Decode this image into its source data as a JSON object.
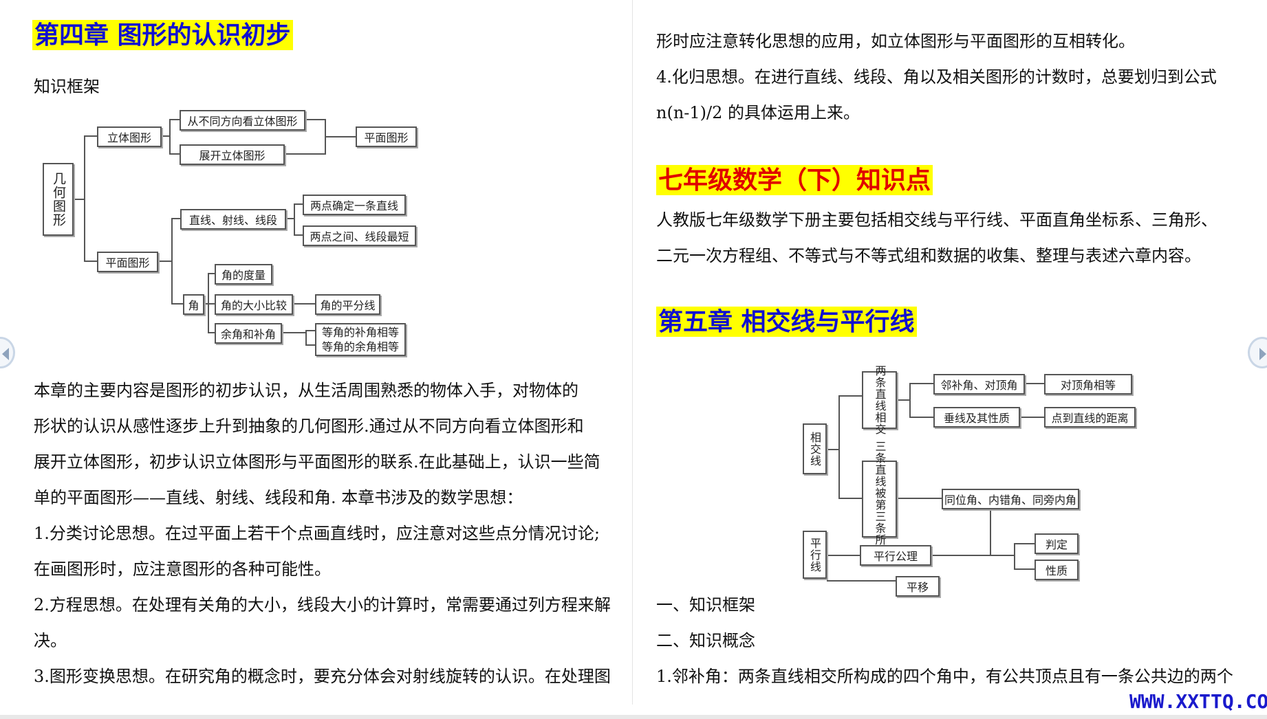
{
  "left": {
    "chapter_title": "第四章  图形的认识初步",
    "framework_label": "知识框架",
    "diagram": {
      "root": "几何图形",
      "solid": "立体图形",
      "plane": "平面图形",
      "view": "从不同方向看立体图形",
      "unfold": "展开立体图形",
      "plane_result": "平面图形",
      "lines": "直线、射线、线段",
      "two_points_line": "两点确定一条直线",
      "shortest": "两点之间、线段最短",
      "angle": "角",
      "angle_measure": "角的度量",
      "angle_compare": "角的大小比较",
      "bisector": "角的平分线",
      "comp_supp": "余角和补角",
      "equal_supp": "等角的补角相等",
      "equal_comp": "等角的余角相等"
    },
    "lines": [
      "    本章的主要内容是图形的初步认识，从生活周围熟悉的物体入手，对物体的",
      "形状的认识从感性逐步上升到抽象的几何图形.通过从不同方向看立体图形和",
      "展开立体图形，初步认识立体图形与平面图形的联系.在此基础上，认识一些简",
      "单的平面图形——直线、射线、线段和角. 本章书涉及的数学思想：",
      "1.分类讨论思想。在过平面上若干个点画直线时，应注意对这些点分情况讨论;",
      "在画图形时，应注意图形的各种可能性。",
      "2.方程思想。在处理有关角的大小，线段大小的计算时，常需要通过列方程来解",
      "决。",
      "3.图形变换思想。在研究角的概念时，要充分体会对射线旋转的认识。在处理图"
    ]
  },
  "right": {
    "top_lines": [
      "形时应注意转化思想的应用，如立体图形与平面图形的互相转化。",
      "4.化归思想。在进行直线、线段、角以及相关图形的计数时，总要划归到公式",
      "n(n-1)/2 的具体运用上来。"
    ],
    "grade_title": "七年级数学（下）知识点",
    "intro_lines": [
      "    人教版七年级数学下册主要包括相交线与平行线、平面直角坐标系、三角形、",
      "二元一次方程组、不等式与不等式组和数据的收集、整理与表述六章内容。"
    ],
    "chapter5_title": "第五章      相交线与平行线",
    "diagram": {
      "intersect": "相交线",
      "two_lines": "两条直线相交",
      "three_lines": "三条直线被第三条所截",
      "parallel": "平行线",
      "adjacent": "邻补角、对顶角",
      "vertical_equal": "对顶角相等",
      "perpendicular": "垂线及其性质",
      "distance": "点到直线的距离",
      "angles3": "同位角、内错角、同旁内角",
      "axiom": "平行公理",
      "judge": "判定",
      "property": "性质",
      "translate": "平移"
    },
    "sec1": "一、知识框架",
    "sec2": "二、知识概念",
    "def1": "1.邻补角：两条直线相交所构成的四个角中，有公共顶点且有一条公共边的两个"
  },
  "watermark": "WWW.XXTTQ.COM"
}
